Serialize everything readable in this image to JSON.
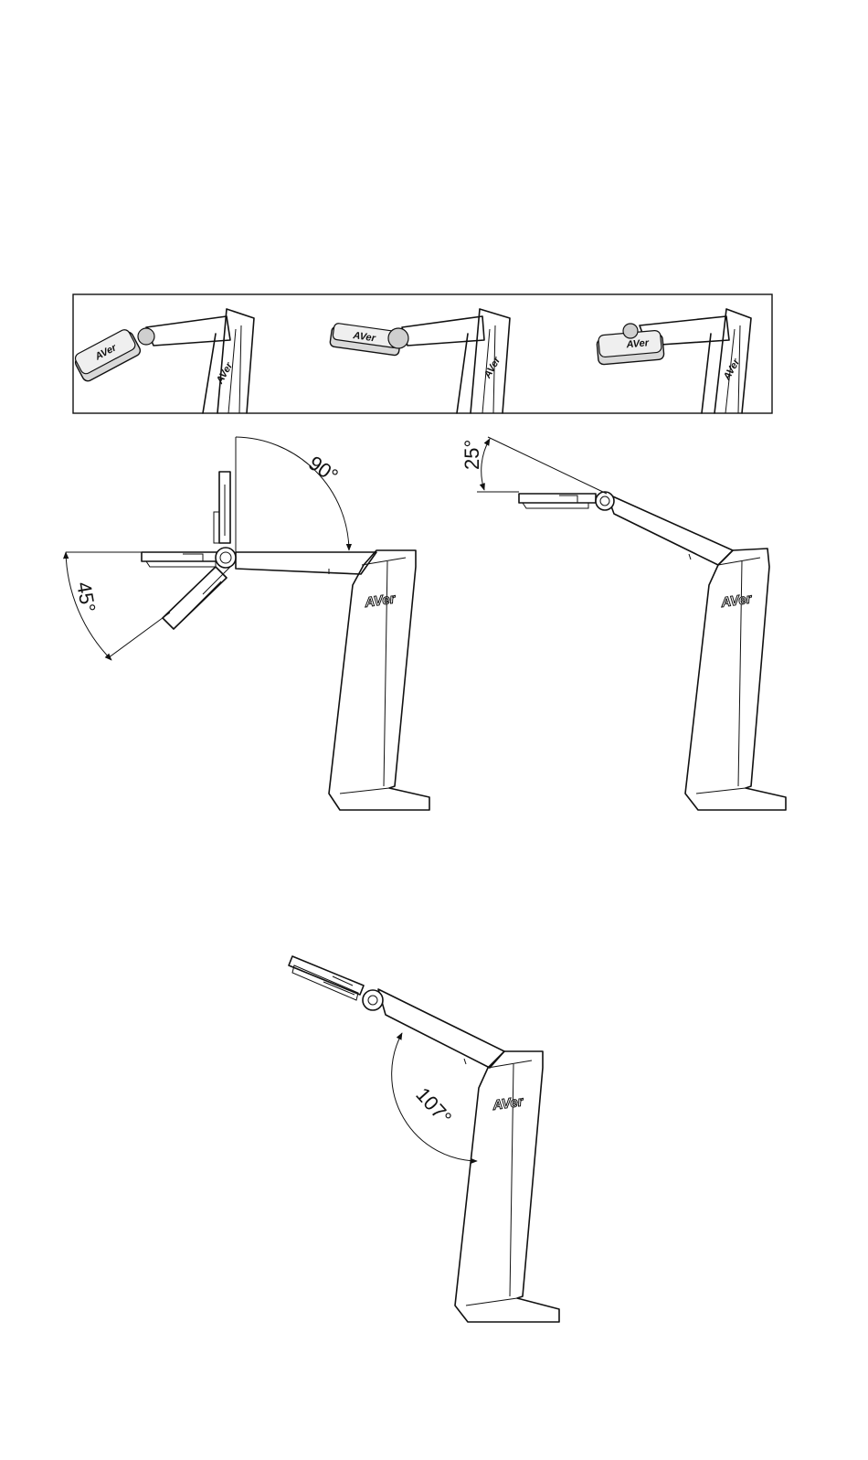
{
  "brand": {
    "logo": "AVer"
  },
  "angles": {
    "head_tilt_up": "90°",
    "head_tilt_down": "45°",
    "arm_tilt": "25°",
    "arm_to_stand": "107°"
  },
  "icons": {
    "arrow": "arrowhead-icon",
    "pivot": "pivot-joint-icon"
  }
}
